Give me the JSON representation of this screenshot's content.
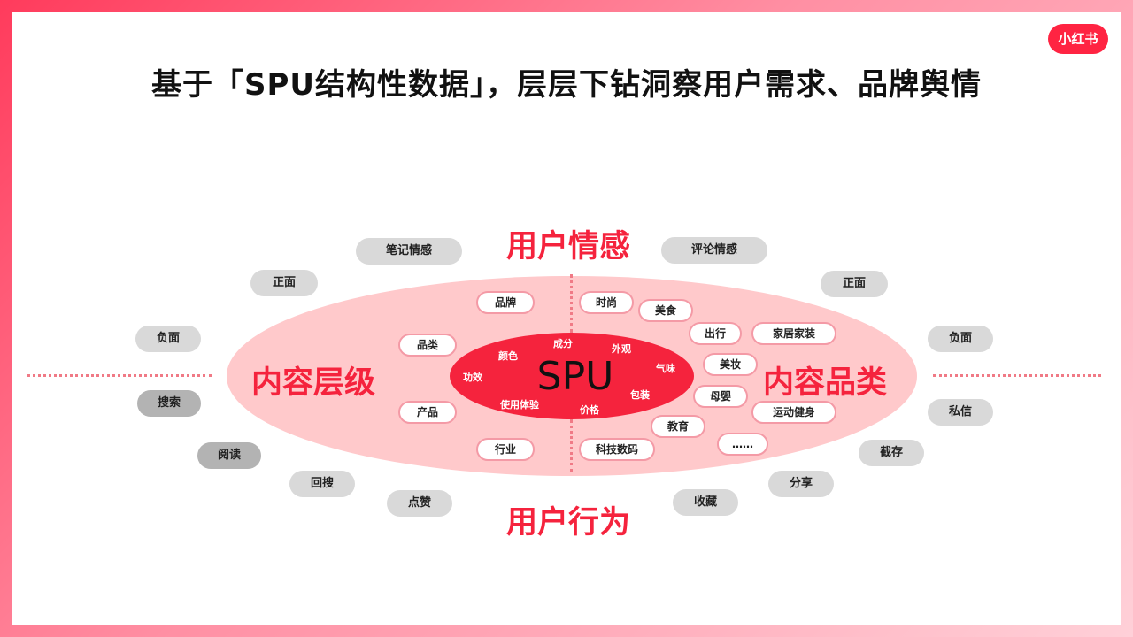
{
  "title": "基于「SPU结构性数据」，层层下钻洞察用户需求、品牌舆情",
  "logo": "小红书",
  "center": "SPU",
  "axes": {
    "top": "用户情感",
    "bottom": "用户行为",
    "left": "内容层级",
    "right": "内容品类"
  },
  "inner_tags": {
    "chengfen": "成分",
    "yanse": "颜色",
    "waiguan": "外观",
    "weidao": "气味",
    "gongxiao": "功效",
    "baozhuang": "包装",
    "shiyong": "使用体验",
    "jiage": "价格"
  },
  "level_tags": {
    "pinpai": "品牌",
    "pinlei": "品类",
    "chanpin": "产品",
    "hangye": "行业"
  },
  "category_tags": {
    "shishang": "时尚",
    "meishi": "美食",
    "chuxing": "出行",
    "jiaju": "家居家装",
    "meizhuang": "美妆",
    "muying": "母婴",
    "yundong": "运动健身",
    "jiaoyu": "教育",
    "keji": "科技数码",
    "more": "……"
  },
  "emotion_tags": {
    "biji": "笔记情感",
    "pinglun": "评论情感",
    "left_pos": "正面",
    "left_neg": "负面",
    "right_pos": "正面",
    "right_neg": "负面"
  },
  "behavior_tags": {
    "sousuo": "搜索",
    "yuedu": "阅读",
    "huisou": "回搜",
    "dianzan": "点赞",
    "shoucang": "收藏",
    "fenxiang": "分享",
    "jietu": "截存",
    "sixin": "私信"
  }
}
